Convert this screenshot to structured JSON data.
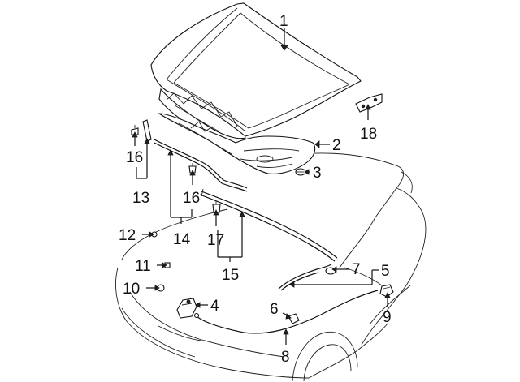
{
  "callouts": {
    "c1": "1",
    "c2": "2",
    "c3": "3",
    "c4": "4",
    "c5": "5",
    "c6": "6",
    "c7": "7",
    "c8": "8",
    "c9": "9",
    "c10": "10",
    "c11": "11",
    "c12": "12",
    "c13": "13",
    "c14": "14",
    "c15": "15",
    "c16a": "16",
    "c16b": "16",
    "c17": "17",
    "c18": "18"
  },
  "colors": {
    "line": "#111111",
    "background": "#ffffff"
  }
}
